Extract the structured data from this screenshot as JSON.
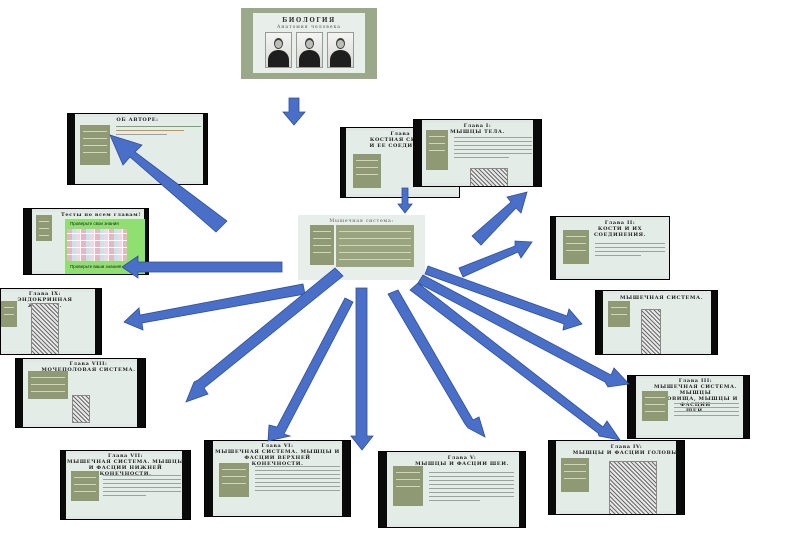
{
  "title_slide": {
    "name": "БИОЛОГИЯ",
    "subtitle": "Анатомия человека",
    "portraits": [
      "portrait-1",
      "portrait-2",
      "portrait-3"
    ]
  },
  "center_slide": {
    "title": "Мышечная система:"
  },
  "slides": [
    {
      "id": "about-author",
      "title": "ОБ АВТОРЕ:",
      "kind": "menu-text"
    },
    {
      "id": "test",
      "title": "Тесты по всем главам!",
      "kind": "test",
      "green_text_1": "Проверьте свои знания",
      "green_text_2": "Проверьте ваши знания!"
    },
    {
      "id": "chapter-1",
      "title": "Глава I:\nМЫШЦЫ ТЕЛА.",
      "kind": "picture"
    },
    {
      "id": "chapter-2-intro",
      "title": "Глава II:\nКОСТИ И ИХ СОЕДИНЕНИЯ.",
      "kind": "menu-text"
    },
    {
      "id": "skeleton-muscles",
      "title": "МЫШЕЧНАЯ СИСТЕМА.",
      "kind": "picture"
    },
    {
      "id": "chapter-3-muscles",
      "title": "Глава III:\nМЫШЕЧНАЯ СИСТЕМА. МЫШЦЫ\nТУЛОВИЩА, МЫШЦЫ И ФАСЦИИ\nШЕИ.",
      "kind": "menu-text"
    },
    {
      "id": "chapter-4-head",
      "title": "Глава IV:\nМЫШЦЫ И ФАСЦИИ ГОЛОВЫ.",
      "kind": "picture"
    },
    {
      "id": "chapter-5-limbs",
      "title": "Глава V:\nМЫШЦЫ И ФАСЦИИ ШЕИ.",
      "kind": "menu-text"
    },
    {
      "id": "chapter-6-upper",
      "title": "Глава VI:\nМЫШЕЧНАЯ СИСТЕМА. МЫШЦЫ И\nФАСЦИИ ВЕРХНЕЙ\nКОНЕЧНОСТИ.",
      "kind": "menu-text"
    },
    {
      "id": "chapter-7-lower",
      "title": "Глава VII:\nМЫШЕЧНАЯ СИСТЕМА. МЫШЦЫ\nИ ФАСЦИИ НИЖНЕЙ\nКОНЕЧНОСТИ.",
      "kind": "menu-text"
    },
    {
      "id": "chapter-8-urinary",
      "title": "Глава VIII:\nМОЧЕПОЛОВАЯ СИСТЕМА.",
      "kind": "picture"
    },
    {
      "id": "chapter-9-endocrine",
      "title": "Глава IX:\nЭНДОКРИННАЯ ЖЕЛЕЗЫ.",
      "kind": "picture"
    },
    {
      "id": "chapter-misc",
      "title": "Глава ...\nКОСТНАЯ СИСТЕМА\nИ ЕЕ СОЕДИНЕНИЯ.",
      "kind": "menu-text"
    }
  ],
  "colors": {
    "arrow": "#4a6fc8",
    "menu": "#8f9a74",
    "slide_bg": "#e4ece8",
    "green": "#8fe070"
  }
}
